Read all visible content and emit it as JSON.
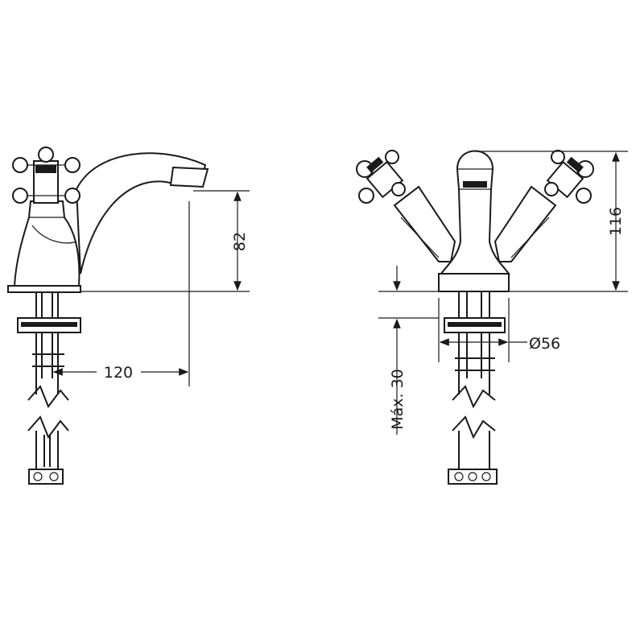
{
  "dimensions": {
    "spout_height": "82",
    "spout_reach": "120",
    "total_height": "116",
    "base_diameter": "Ø56",
    "max_deck_thickness": "Máx. 30"
  },
  "colors": {
    "line": "#1a1a1a",
    "background": "#ffffff"
  }
}
